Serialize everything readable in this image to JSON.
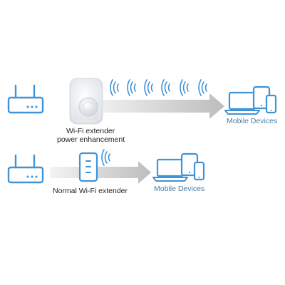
{
  "top_row": {
    "extender_label_line1": "Wi-Fi extender",
    "extender_label_line2": "power enhancement",
    "devices_label": "Mobile Devices",
    "wave_count": 6
  },
  "bottom_row": {
    "extender_label": "Normal Wi-Fi extender",
    "devices_label": "Mobile Devices",
    "wave_count": 1
  },
  "colors": {
    "device_blue": "#3f93d6",
    "arrow_gray": "#d9d9d9",
    "label_blue": "#4a7ea3",
    "text_dark": "#1f1f1f"
  },
  "icons": {
    "router": "router-icon",
    "wifi_waves": "wifi-waves-icon",
    "laptop": "laptop-icon",
    "tablet": "tablet-icon",
    "phone": "phone-icon",
    "arrow": "arrow-icon"
  }
}
